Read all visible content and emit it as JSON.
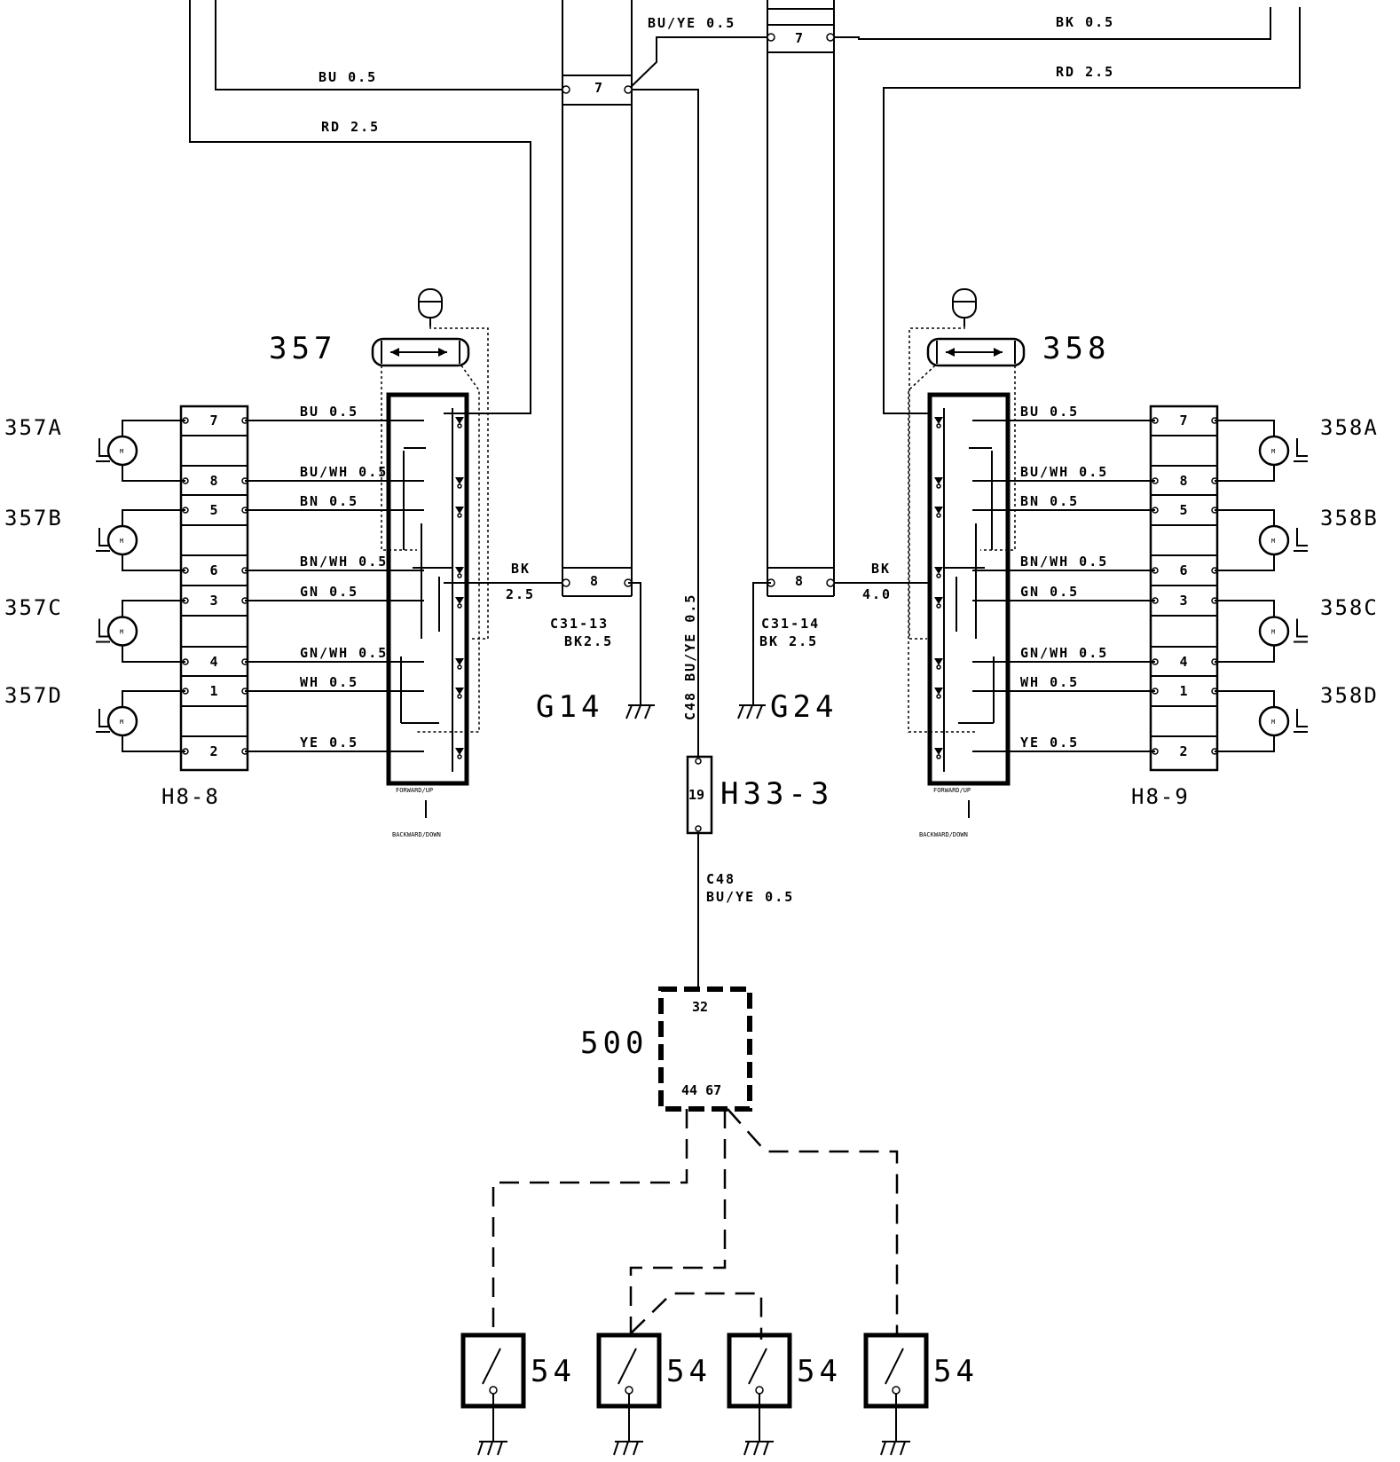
{
  "top_wires": {
    "left_bu": "BU 0.5",
    "left_rd": "RD 2.5",
    "center_buye": "BU/YE 0.5",
    "right_bk": "BK 0.5",
    "right_rd": "RD 2.5",
    "left_pin7": "7",
    "right_pin7": "7"
  },
  "ground_wires": {
    "left_bk": "BK",
    "left_bk_size": "2.5",
    "left_pin8": "8",
    "left_conn": "C31-13",
    "left_conn_wire": "BK2.5",
    "left_ground": "G14",
    "right_bk": "BK",
    "right_bk_size": "4.0",
    "right_pin8": "8",
    "right_conn": "C31-14",
    "right_conn_wire": "BK 2.5",
    "right_ground": "G24"
  },
  "left_side": {
    "switch_label": "357",
    "connector_label": "H8-8",
    "motors": [
      "357A",
      "357B",
      "357C",
      "357D"
    ],
    "pins": [
      "7",
      "8",
      "5",
      "6",
      "3",
      "4",
      "1",
      "2"
    ],
    "wires": [
      "BU 0.5",
      "BU/WH 0.5",
      "BN 0.5",
      "BN/WH 0.5",
      "GN 0.5",
      "GN/WH 0.5",
      "WH 0.5",
      "YE 0.5"
    ],
    "note_top": "FORWARD/UP",
    "note_bottom": "BACKWARD/DOWN"
  },
  "right_side": {
    "switch_label": "358",
    "connector_label": "H8-9",
    "motors": [
      "358A",
      "358B",
      "358C",
      "358D"
    ],
    "pins": [
      "7",
      "8",
      "5",
      "6",
      "3",
      "4",
      "1",
      "2"
    ],
    "wires": [
      "BU 0.5",
      "BU/WH 0.5",
      "BN 0.5",
      "BN/WH 0.5",
      "GN 0.5",
      "GN/WH 0.5",
      "WH 0.5",
      "YE 0.5"
    ],
    "note_top": "FORWARD/UP",
    "note_bottom": "BACKWARD/DOWN"
  },
  "center": {
    "vertical_wire": "C48 BU/YE 0.5",
    "connector": "H33-3",
    "connector_pin": "19",
    "wire_c48": "C48",
    "wire_c48_spec": "BU/YE 0.5",
    "module": "500",
    "module_pin_top": "32",
    "module_pins_bottom": "44 67"
  },
  "door_switches": [
    "54",
    "54",
    "54",
    "54"
  ],
  "motor_symbol": "M"
}
